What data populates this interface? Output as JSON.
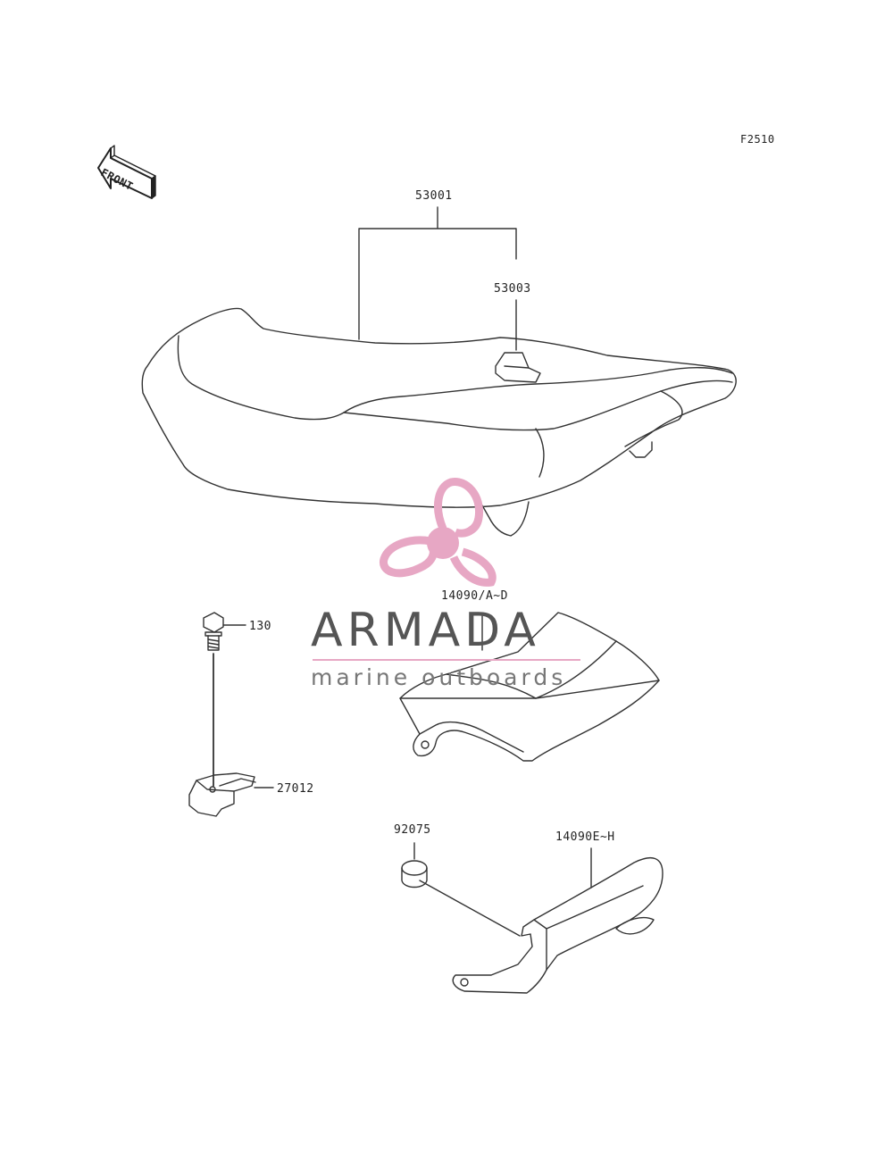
{
  "figure_code": "F2510",
  "front_tag": "FRONT",
  "parts": {
    "seat_assembly": "53001",
    "seat_part": "53003",
    "cover_a_d": "14090/A~D",
    "bolt": "130",
    "bracket": "27012",
    "damper": "92075",
    "cover_e_h": "14090E~H"
  },
  "watermark": {
    "brand": "ARMADA",
    "tagline": "marine outboards",
    "accent_color": "#e7a7c4"
  }
}
